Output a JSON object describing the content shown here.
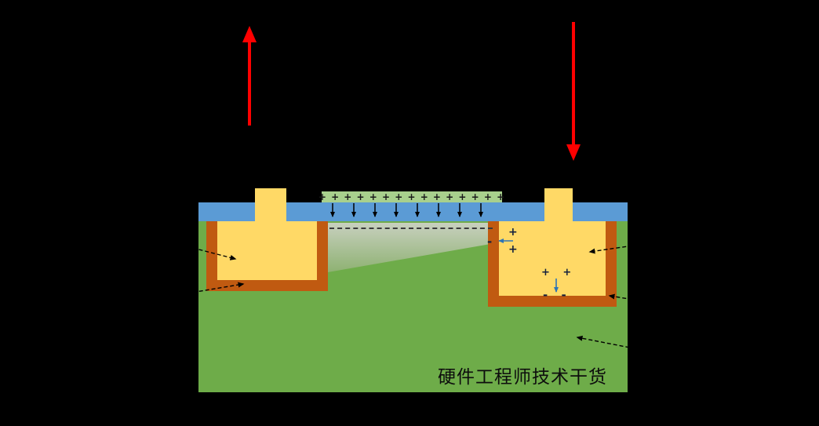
{
  "diagram": {
    "type": "mosfet-cross-section",
    "watermark": "硬件工程师技术干货",
    "gate_charge_row": "+ + + + + + + + + + + + + + +",
    "symbols": {
      "channel_plus_upper": "+",
      "channel_plus_lower": "+",
      "channel_minus": "-",
      "junction_plus_pair": "+ +",
      "junction_minus_pair": "- -"
    },
    "arrows": {
      "red_up_arrow": "upward current arrow above left terminal",
      "red_down_arrow": "downward current arrow above right terminal",
      "field_arrows_count": 8,
      "annotation_arrows_count": 5
    },
    "colors": {
      "background": "#000000",
      "substrate": "#6EAC49",
      "oxide": "#5B9BD5",
      "diffusion_yellow": "#FFD966",
      "well_orange": "#C05A11",
      "gate_poly": "#A8D08D",
      "depletion_gray": "#C8CDC2",
      "red_arrow": "#FF0000",
      "blue_arrow": "#2E74B5"
    }
  }
}
